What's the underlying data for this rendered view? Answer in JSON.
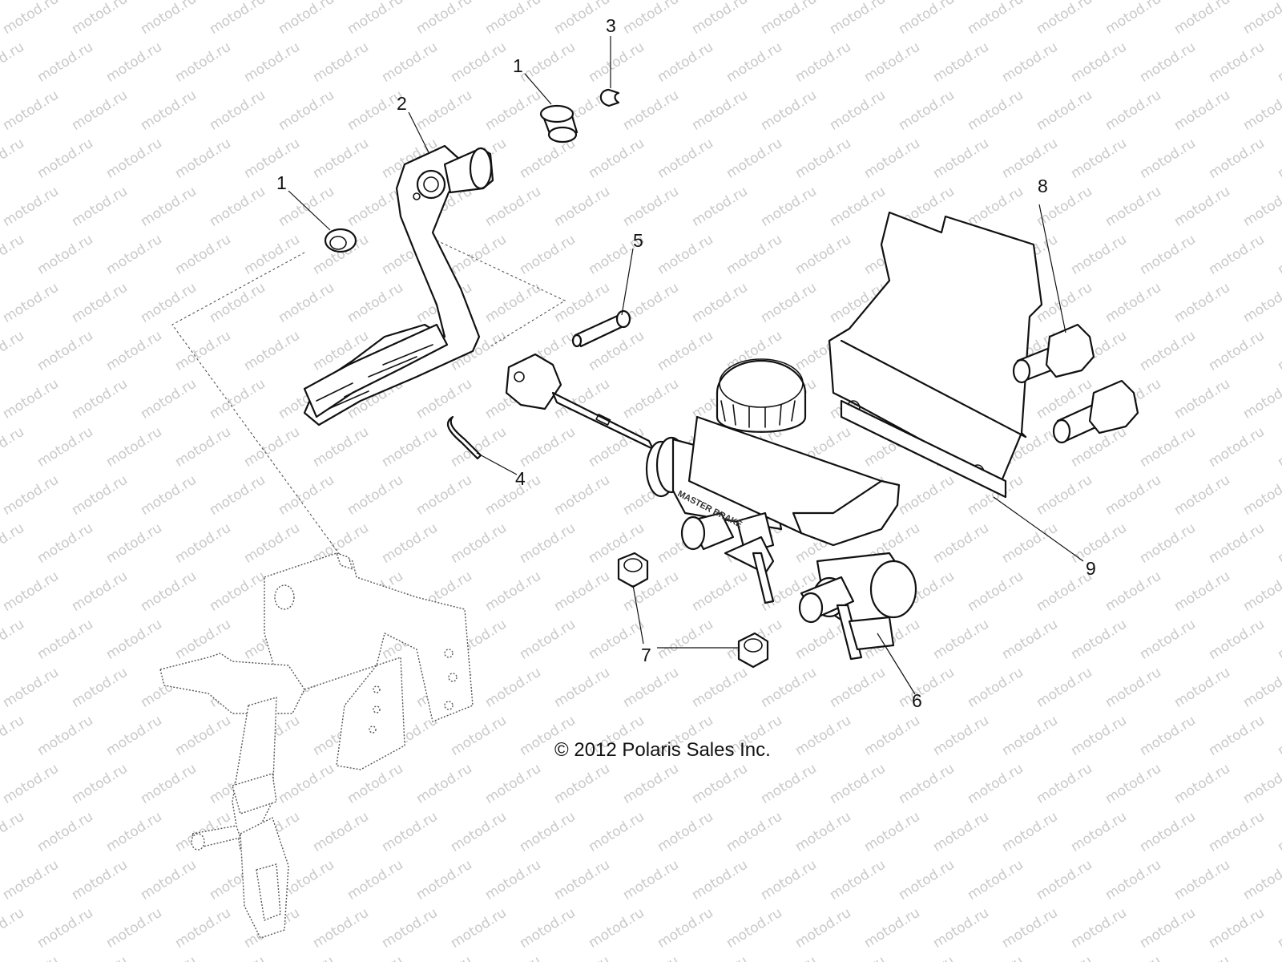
{
  "watermark": "motod.ru",
  "copyright": "© 2012 Polaris Sales Inc.",
  "cylinder_label": "MASTER BRAKE",
  "callouts": [
    "1",
    "2",
    "1",
    "3",
    "4",
    "5",
    "6",
    "7",
    "8",
    "9"
  ],
  "colors": {
    "line": "#111111",
    "watermark": "#c9c9c9",
    "background": "#ffffff"
  }
}
